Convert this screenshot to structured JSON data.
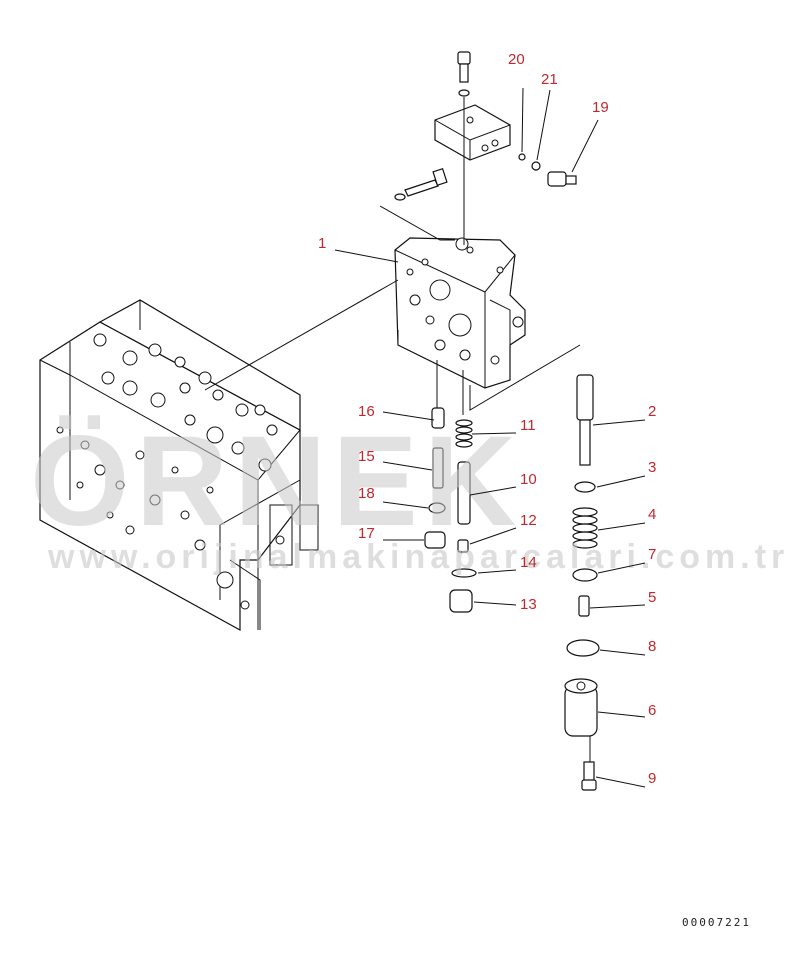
{
  "diagram": {
    "watermark": {
      "word": "ÖRNEK",
      "site": "www.orijinalmakinaparcalari.com.tr",
      "color": "#c9c9c9",
      "accent_color": "#f0c419"
    },
    "callout_color": "#c0282d",
    "document_number": "00007221",
    "callouts": [
      {
        "id": "c20",
        "label": "20"
      },
      {
        "id": "c21",
        "label": "21"
      },
      {
        "id": "c19",
        "label": "19"
      },
      {
        "id": "c1",
        "label": "1"
      },
      {
        "id": "c16",
        "label": "16"
      },
      {
        "id": "c11",
        "label": "11"
      },
      {
        "id": "c2",
        "label": "2"
      },
      {
        "id": "c15",
        "label": "15"
      },
      {
        "id": "c10",
        "label": "10"
      },
      {
        "id": "c3",
        "label": "3"
      },
      {
        "id": "c18",
        "label": "18"
      },
      {
        "id": "c12",
        "label": "12"
      },
      {
        "id": "c4",
        "label": "4"
      },
      {
        "id": "c17",
        "label": "17"
      },
      {
        "id": "c14",
        "label": "14"
      },
      {
        "id": "c7",
        "label": "7"
      },
      {
        "id": "c13",
        "label": "13"
      },
      {
        "id": "c5",
        "label": "5"
      },
      {
        "id": "c8",
        "label": "8"
      },
      {
        "id": "c6",
        "label": "6"
      },
      {
        "id": "c9",
        "label": "9"
      }
    ]
  }
}
